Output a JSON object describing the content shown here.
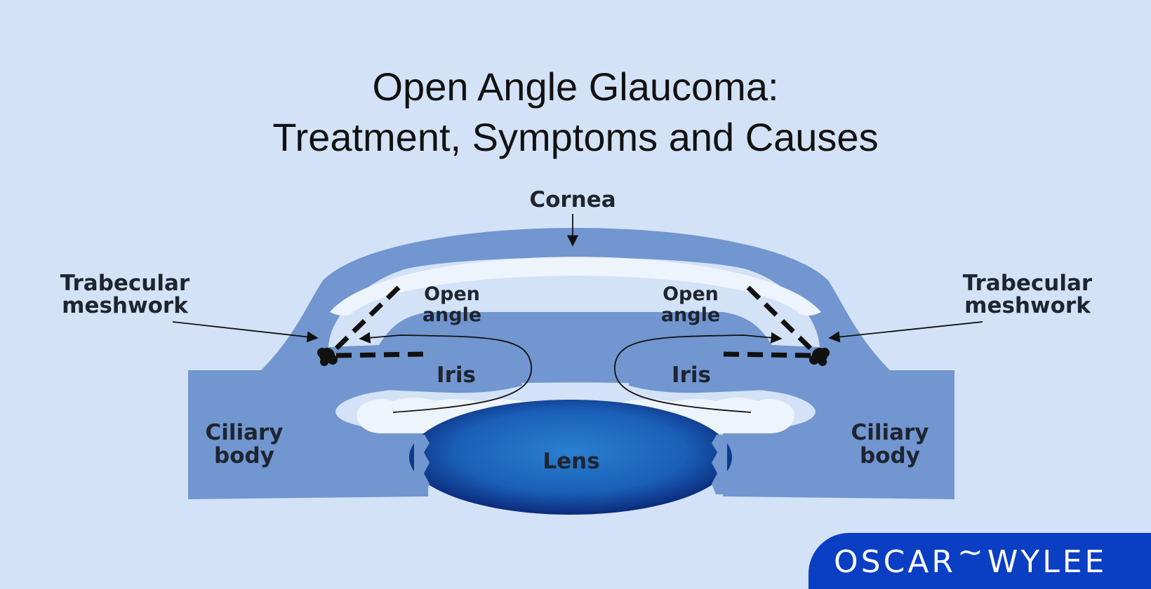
{
  "title": {
    "line1": "Open Angle Glaucoma:",
    "line2": "Treatment, Symptoms and Causes"
  },
  "labels": {
    "cornea": "Cornea",
    "tm_left_line1": "Trabecular",
    "tm_left_line2": "meshwork",
    "tm_right_line1": "Trabecular",
    "tm_right_line2": "meshwork",
    "open_left_line1": "Open",
    "open_left_line2": "angle",
    "open_right_line1": "Open",
    "open_right_line2": "angle",
    "iris_left": "Iris",
    "iris_right": "Iris",
    "ciliary_left_line1": "Ciliary",
    "ciliary_left_line2": "body",
    "ciliary_right_line1": "Ciliary",
    "ciliary_right_line2": "body",
    "lens": "Lens"
  },
  "brand": {
    "part1": "OSCAR",
    "tilde": "~",
    "part2": "WYLEE"
  },
  "colors": {
    "background": "#d3e2f6",
    "tissue": "#7196d0",
    "cornea_fill": "#eef4fc",
    "lens_center": "#2a7fd0",
    "lens_edge": "#0b2a7a",
    "brand": "#0a3fc4"
  }
}
